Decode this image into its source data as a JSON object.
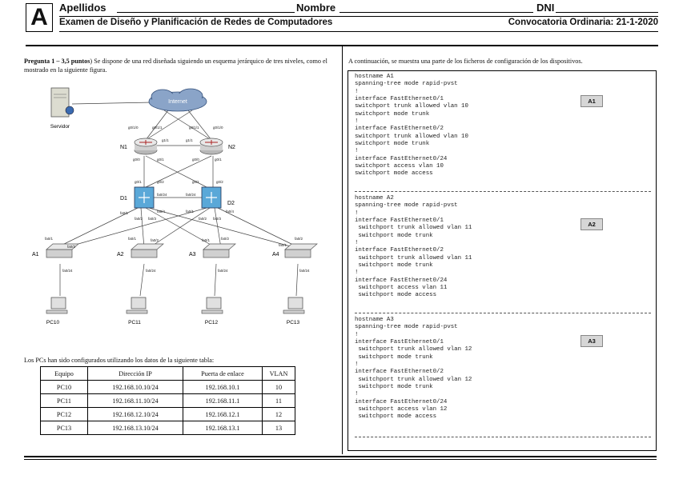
{
  "header": {
    "letter": "A",
    "apellidos_label": "Apellidos",
    "nombre_label": "Nombre",
    "dni_label": "DNI",
    "exam_title": "Examen de Diseño y Planificación de Redes de Computadores",
    "convocatoria": "Convocatoria Ordinaria: 21-1-2020"
  },
  "question": {
    "label": "Pregunta 1 – 3,5 puntos",
    "text": ") Se dispone de una red diseñada siguiendo un esquema jerárquico de tres niveles, como el mostrado en la siguiente figura."
  },
  "diagram": {
    "internet": "Internet",
    "server": "Servidor",
    "router_n1": "N1",
    "router_n2": "N2",
    "switch_d1": "D1",
    "switch_d2": "D2",
    "access": [
      "A1",
      "A2",
      "A3",
      "A4"
    ],
    "pcs": [
      "PC10",
      "PC11",
      "PC12",
      "PC13"
    ],
    "ports": {
      "n1_top_left": "g0/1/0",
      "n1_top_right": "g0/1/1",
      "n2_top_left": "g0/1/1",
      "n2_top_right": "g0/1/0",
      "n1_right": "g1/1",
      "n2_left": "g1/1",
      "n1_bottom_left": "g0/0",
      "n1_bottom_right": "g0/1",
      "n2_bottom_left": "g0/0",
      "n2_bottom_right": "g0/1",
      "d1_top": "g0/1",
      "d1_top2": "g0/2",
      "d2_top": "g0/1",
      "d2_top2": "g0/2",
      "d1_right": "fa0/24",
      "d2_left": "fa0/24",
      "d1_b1": "fa0/1",
      "d1_b2": "fa0/2",
      "d1_b3": "fa0/3",
      "d1_b4": "fa0/4",
      "d2_b1": "fa0/1",
      "d2_b2": "fa0/2",
      "d2_b3": "fa0/3",
      "d2_b4": "fa0/4",
      "a_up1": "fa0/1",
      "a_up2": "fa0/2",
      "a_down": "fa0/24"
    }
  },
  "pc_table": {
    "caption": "Los PCs han sido configurados utilizando los datos de la siguiente tabla:",
    "headers": [
      "Equipo",
      "Dirección IP",
      "Puerta de enlace",
      "VLAN"
    ],
    "rows": [
      [
        "PC10",
        "192.168.10.10/24",
        "192.168.10.1",
        "10"
      ],
      [
        "PC11",
        "192.168.11.10/24",
        "192.168.11.1",
        "11"
      ],
      [
        "PC12",
        "192.168.12.10/24",
        "192.168.12.1",
        "12"
      ],
      [
        "PC13",
        "192.168.13.10/24",
        "192.168.13.1",
        "13"
      ]
    ]
  },
  "config": {
    "intro": "A continuación, se muestra una parte de los ficheros de configuración de los dispositivos.",
    "blocks": [
      {
        "tag": "A1",
        "text": "hostname A1\nspanning-tree mode rapid-pvst\n!\ninterface FastEthernet0/1\nswitchport trunk allowed vlan 10\nswitchport mode trunk\n!\ninterface FastEthernet0/2\nswitchport trunk allowed vlan 10\nswitchport mode trunk\n!\ninterface FastEthernet0/24\nswitchport access vlan 10\nswitchport mode access"
      },
      {
        "tag": "A2",
        "text": "hostname A2\nspanning-tree mode rapid-pvst\n!\ninterface FastEthernet0/1\n switchport trunk allowed vlan 11\n switchport mode trunk\n!\ninterface FastEthernet0/2\n switchport trunk allowed vlan 11\n switchport mode trunk\n!\ninterface FastEthernet0/24\n switchport access vlan 11\n switchport mode access"
      },
      {
        "tag": "A3",
        "text": "hostname A3\nspanning-tree mode rapid-pvst\n!\ninterface FastEthernet0/1\n switchport trunk allowed vlan 12\n switchport mode trunk\n!\ninterface FastEthernet0/2\n switchport trunk allowed vlan 12\n switchport mode trunk\n!\ninterface FastEthernet0/24\n switchport access vlan 12\n switchport mode access"
      }
    ]
  }
}
